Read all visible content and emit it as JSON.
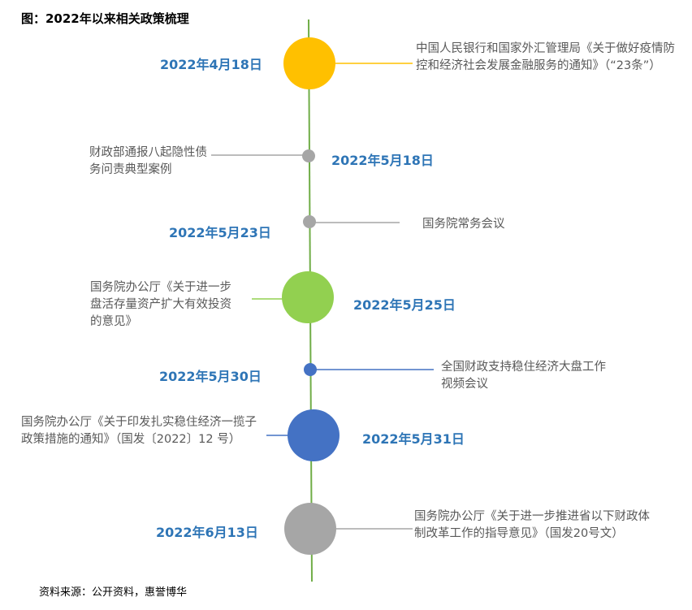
{
  "title": "图：2022年以来相关政策梳理",
  "source": "资料来源：公开资料，惠誉博华",
  "colors": {
    "axis": "#70AD47",
    "yellow": "#FFC000",
    "gray": "#A6A6A6",
    "green": "#92D050",
    "blue": "#4472C4",
    "date_text": "#2E75B6",
    "desc_text": "#595959"
  },
  "events": [
    {
      "date": "2022年4月18日",
      "desc": "中国人民银行和国家外汇管理局《关于做好疫情防控和经济社会发展金融服务的通知》（“23条”）",
      "marker": "large",
      "color": "yellow"
    },
    {
      "date": "2022年5月18日",
      "desc": "财政部通报八起隐性债务问责典型案例",
      "marker": "small",
      "color": "gray"
    },
    {
      "date": "2022年5月23日",
      "desc": "国务院常务会议",
      "marker": "small",
      "color": "gray"
    },
    {
      "date": "2022年5月25日",
      "desc": "国务院办公厅《关于进一步盘活存量资产扩大有效投资的意见》",
      "marker": "large",
      "color": "green"
    },
    {
      "date": "2022年5月30日",
      "desc": "全国财政支持稳住经济大盘工作视频会议",
      "marker": "small",
      "color": "blue"
    },
    {
      "date": "2022年5月31日",
      "desc": "国务院办公厅《关于印发扎实稳住经济一揽子政策措施的通知》（国发〔2022〕12 号）",
      "marker": "large",
      "color": "blue"
    },
    {
      "date": "2022年6月13日",
      "desc": "国务院办公厅《关于进一步推进省以下财政体制改革工作的指导意见》（国发20号文）",
      "marker": "large",
      "color": "gray"
    }
  ]
}
